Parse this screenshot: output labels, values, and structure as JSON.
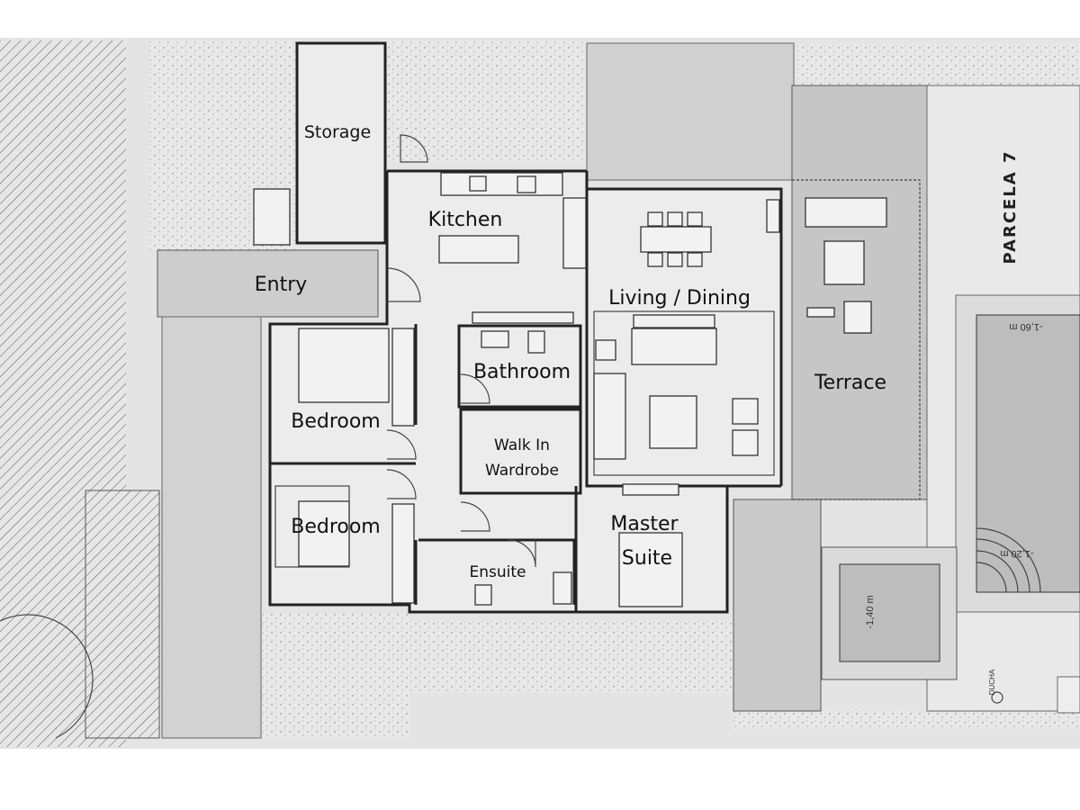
{
  "rooms": {
    "storage": "Storage",
    "kitchen": "Kitchen",
    "entry": "Entry",
    "living_dining": "Living / Dining",
    "bathroom": "Bathroom",
    "terrace": "Terrace",
    "bedroom_1": "Bedroom",
    "walk_in_line1": "Walk In",
    "walk_in_line2": "Wardrobe",
    "bedroom_2": "Bedroom",
    "master_line1": "Master",
    "master_line2": "Suite",
    "ensuite": "Ensuite"
  },
  "plot_label": "PARCELA 7",
  "pool": {
    "depth_deep": "-1,60 m",
    "depth_shallow": "-1,20 m",
    "small_pool_depth": "-1,40 m",
    "shower_label": "DUCHA"
  },
  "colors": {
    "background": "#e4e4e4",
    "gray_zone": "#cfcfcf",
    "terrace": "#c6c6c6",
    "pool": "#bdbdbd"
  }
}
